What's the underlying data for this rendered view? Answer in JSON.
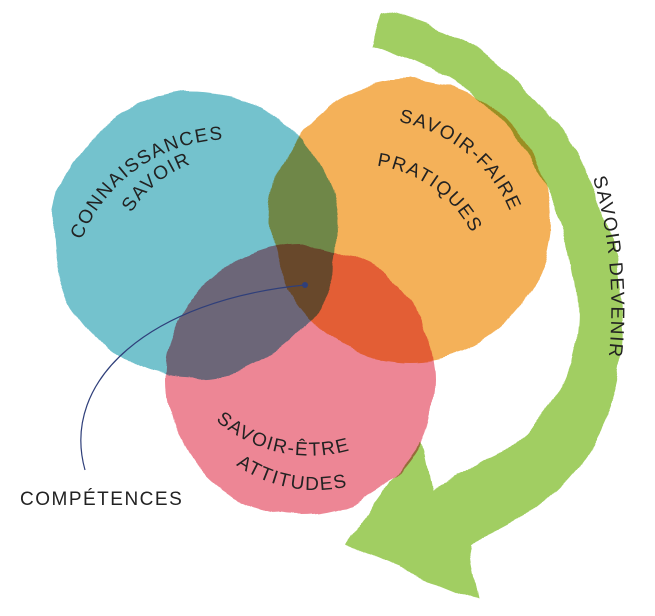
{
  "diagram": {
    "circles": [
      {
        "id": "connaissances",
        "color": "#5bb7c4",
        "line1": "CONNAISSANCES",
        "line2": "SAVOIR"
      },
      {
        "id": "savoir-faire",
        "color": "#f2a33a",
        "line1": "SAVOIR-FAIRE",
        "line2": "PRATIQUES"
      },
      {
        "id": "savoir-etre",
        "color": "#e9687a",
        "line1": "SAVOIR-ÊTRE",
        "line2": "ATTITUDES"
      }
    ],
    "arrow": {
      "label": "SAVOIR DEVENIR",
      "color": "#9ccc5a"
    },
    "center_label": "COMPÉTENCES",
    "connector_color": "#2f3f7a"
  }
}
